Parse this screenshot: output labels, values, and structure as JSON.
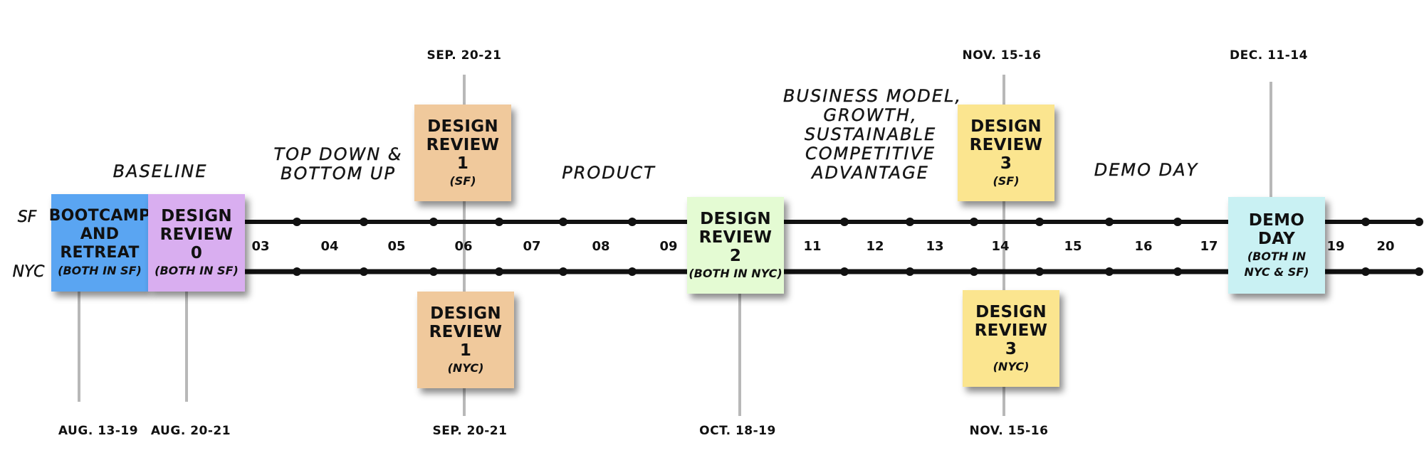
{
  "tracks": {
    "sf": "SF",
    "nyc": "NYC"
  },
  "phases": {
    "baseline": "BASELINE",
    "top_down": "TOP DOWN &\nBOTTOM UP",
    "product": "PRODUCT",
    "business": "BUSINESS MODEL,\nGROWTH,\nSUSTAINABLE\nCOMPETITIVE\nADVANTAGE",
    "demo_day": "DEMO DAY"
  },
  "weeks": [
    "03",
    "04",
    "05",
    "06",
    "07",
    "08",
    "09",
    "11",
    "12",
    "13",
    "14",
    "15",
    "16",
    "17",
    "19",
    "20"
  ],
  "dates": {
    "top_dr1": "SEP. 20-21",
    "top_dr3": "NOV. 15-16",
    "top_demo": "DEC. 11-14",
    "bot_bootcamp": "AUG. 13-19",
    "bot_dr0": "AUG. 20-21",
    "bot_dr1": "SEP. 20-21",
    "bot_dr2": "OCT. 18-19",
    "bot_dr3": "NOV. 15-16"
  },
  "notes": {
    "bootcamp": {
      "title": "BOOTCAMP\nAND\nRETREAT",
      "sub": "(BOTH IN SF)",
      "color": "#5aa5f2"
    },
    "dr0": {
      "title": "DESIGN\nREVIEW\n0",
      "sub": "(BOTH IN SF)",
      "color": "#d9aef0"
    },
    "dr1_sf": {
      "title": "DESIGN\nREVIEW\n1",
      "sub": "(SF)",
      "color": "#f0c99c"
    },
    "dr1_nyc": {
      "title": "DESIGN\nREVIEW\n1",
      "sub": "(NYC)",
      "color": "#f0c99c"
    },
    "dr2": {
      "title": "DESIGN\nREVIEW\n2",
      "sub": "(BOTH IN NYC)",
      "color": "#e4fbd3"
    },
    "dr3_sf": {
      "title": "DESIGN\nREVIEW\n3",
      "sub": "(SF)",
      "color": "#fbe58f"
    },
    "dr3_nyc": {
      "title": "DESIGN\nREVIEW\n3",
      "sub": "(NYC)",
      "color": "#fbe58f"
    },
    "demo": {
      "title": "DEMO\nDAY",
      "sub": "(BOTH IN\nNYC & SF)",
      "color": "#c9f1f3"
    }
  }
}
